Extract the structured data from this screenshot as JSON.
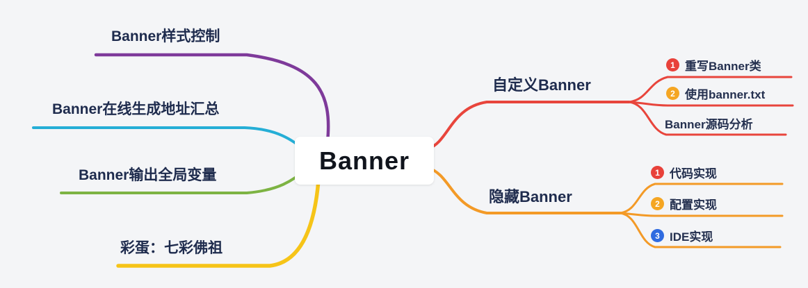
{
  "colors": {
    "purple": "#7e3a9a",
    "cyan": "#25aed6",
    "green": "#7db343",
    "yellow": "#f6c418",
    "red": "#e8453c",
    "orange": "#f39a27",
    "blue": "#2f6be0",
    "text": "#1e2b4d"
  },
  "center": {
    "label": "Banner"
  },
  "left_branches": [
    {
      "label": "Banner样式控制"
    },
    {
      "label": "Banner在线生成地址汇总"
    },
    {
      "label": "Banner输出全局变量"
    },
    {
      "label": "彩蛋：七彩佛祖"
    }
  ],
  "right_branches": [
    {
      "label": "自定义Banner",
      "children": [
        {
          "number": "1",
          "label": "重写Banner类",
          "badge_color": "#e8413a"
        },
        {
          "number": "2",
          "label": "使用banner.txt",
          "badge_color": "#f5a623"
        },
        {
          "label": "Banner源码分析"
        }
      ]
    },
    {
      "label": "隐藏Banner",
      "children": [
        {
          "number": "1",
          "label": "代码实现",
          "badge_color": "#e8413a"
        },
        {
          "number": "2",
          "label": "配置实现",
          "badge_color": "#f5a623"
        },
        {
          "number": "3",
          "label": "IDE实现",
          "badge_color": "#2f6be0"
        }
      ]
    }
  ]
}
